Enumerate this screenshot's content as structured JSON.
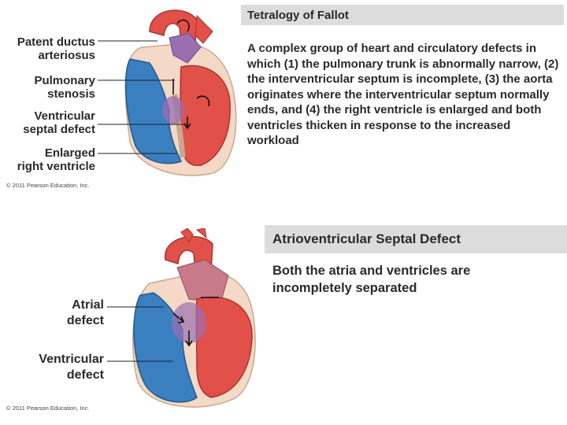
{
  "tetralogy": {
    "title": "Tetralogy of Fallot",
    "description": "A complex group of heart and circulatory defects in which (1) the pulmonary trunk is abnormally narrow, (2) the interventricular septum is incomplete, (3) the aorta originates where the interventricular septum normally ends, and (4) the right ventricle is enlarged and both ventricles thicken in response to the increased workload",
    "labels": {
      "patent_ductus_1": "Patent ductus",
      "patent_ductus_2": "arteriosus",
      "pulmonary_stenosis_1": "Pulmonary",
      "pulmonary_stenosis_2": "stenosis",
      "ventricular_septal_1": "Ventricular",
      "ventricular_septal_2": "septal defect",
      "enlarged_rv_1": "Enlarged",
      "enlarged_rv_2": "right ventricle"
    },
    "copyright": "© 2011 Pearson Education, Inc."
  },
  "av_septal": {
    "title": "Atrioventricular Septal Defect",
    "description": "Both the atria and ventricles are incompletely separated",
    "labels": {
      "atrial_1": "Atrial",
      "atrial_2": "defect",
      "ventricular_1": "Ventricular",
      "ventricular_2": "defect"
    },
    "copyright": "© 2011 Pearson Education, Inc."
  },
  "colors": {
    "oxygenated_red": "#e2504a",
    "deoxygenated_blue": "#3a7fc0",
    "mixed_purple": "#9a6fb0",
    "wall_tissue": "#f3d9c6",
    "title_band": "#dcdcdc"
  }
}
